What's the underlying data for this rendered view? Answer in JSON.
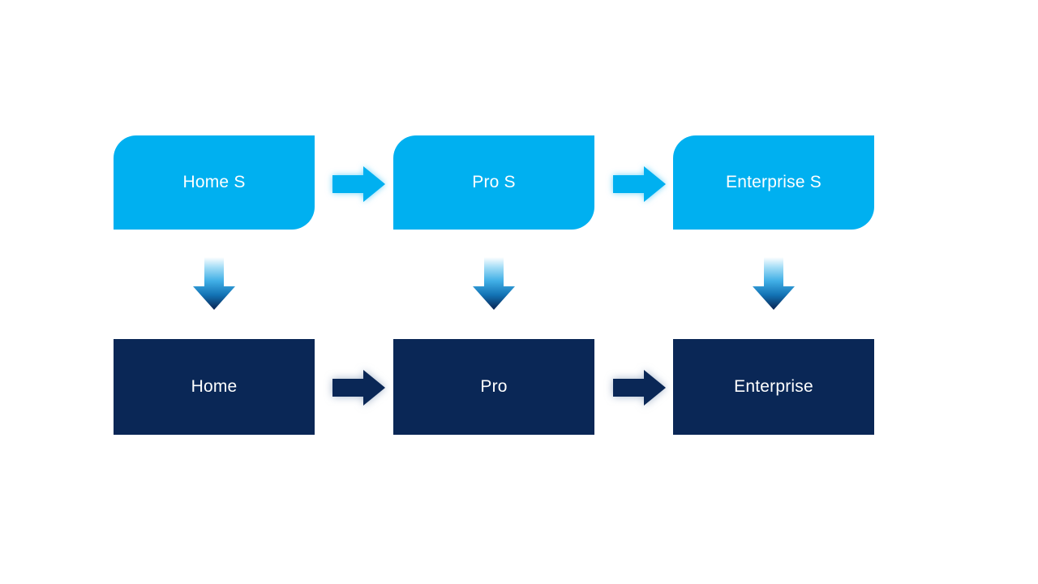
{
  "app": {
    "background": "#FFFFFF"
  },
  "diagram": {
    "type": "process-flow",
    "colors": {
      "top_box_fill": "#00B0F0",
      "bottom_box_fill": "#0A2756",
      "label_text": "#FFFFFF",
      "light_arrow_glow": "#00B0F0",
      "dark_arrow_glow": "#6984A8",
      "down_arrow_gradient": [
        "#FFFFFF",
        "#A9DFF7",
        "#41AFE6",
        "#1272B4",
        "#0A2350"
      ]
    },
    "columns": [
      {
        "top_label": "Home S",
        "bottom_label": "Home"
      },
      {
        "top_label": "Pro S",
        "bottom_label": "Pro"
      },
      {
        "top_label": "Enterprise S",
        "bottom_label": "Enterprise"
      }
    ],
    "icons": {
      "right_arrow": "right-arrow-icon",
      "down_arrow": "down-arrow-icon"
    }
  }
}
